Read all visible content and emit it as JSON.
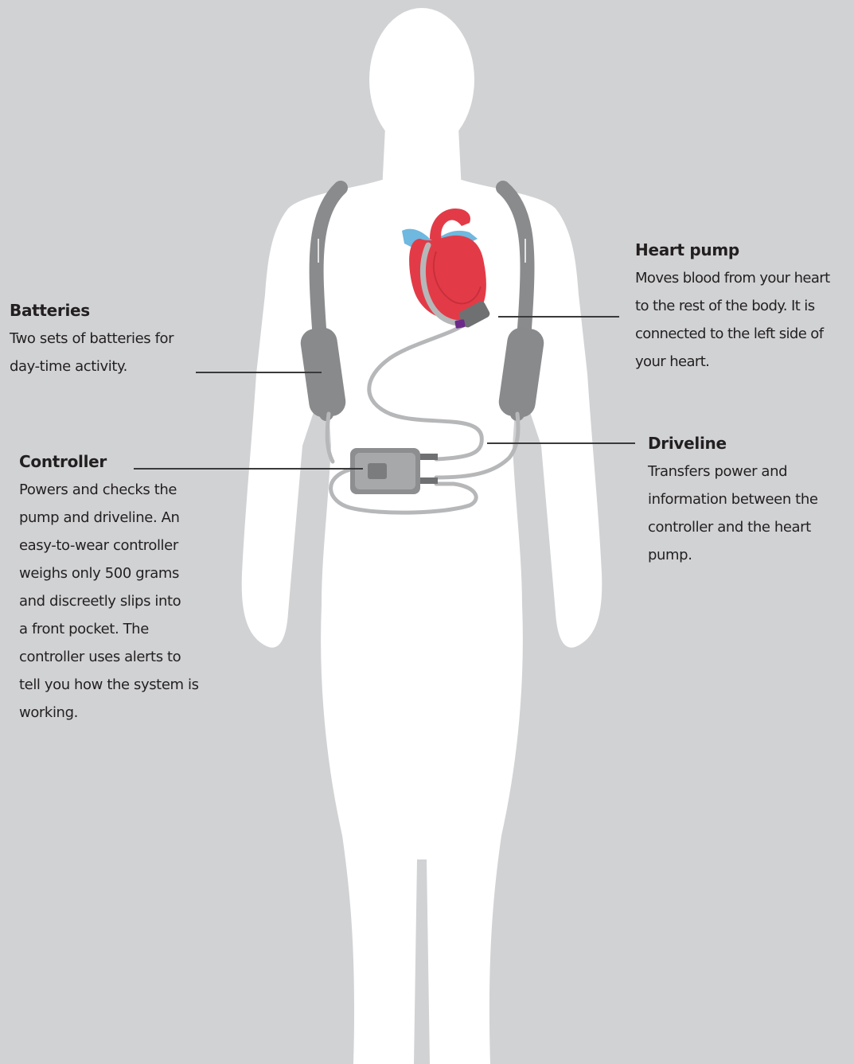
{
  "colors": {
    "background": "#d1d2d4",
    "body_silhouette": "#ffffff",
    "strap": "#8a8b8d",
    "battery_pack": "#898a8c",
    "heart_red": "#e23b47",
    "vessel_blue": "#6fb8df",
    "driveline": "#b6b7b9",
    "controller": "#8d8e90",
    "pump_accent": "#6b2a8a",
    "leader_line": "#3a3a3a",
    "text": "#231f20"
  },
  "callouts": {
    "batteries": {
      "title": "Batteries",
      "text": "Two sets of batteries for\nday-time activity."
    },
    "controller": {
      "title": "Controller",
      "text": "Powers and checks the\npump and driveline. An\neasy-to-wear controller\nweighs only 500 grams\nand discreetly slips into\na front pocket. The\ncontroller uses alerts to\ntell you how the system is\nworking."
    },
    "heart_pump": {
      "title": "Heart pump",
      "text": "Moves blood from your heart\nto the rest of the body. It is\nconnected to  the left side of\nyour heart."
    },
    "driveline": {
      "title": "Driveline",
      "text": "Transfers power and\ninformation between the\ncontroller and the heart\npump."
    }
  }
}
